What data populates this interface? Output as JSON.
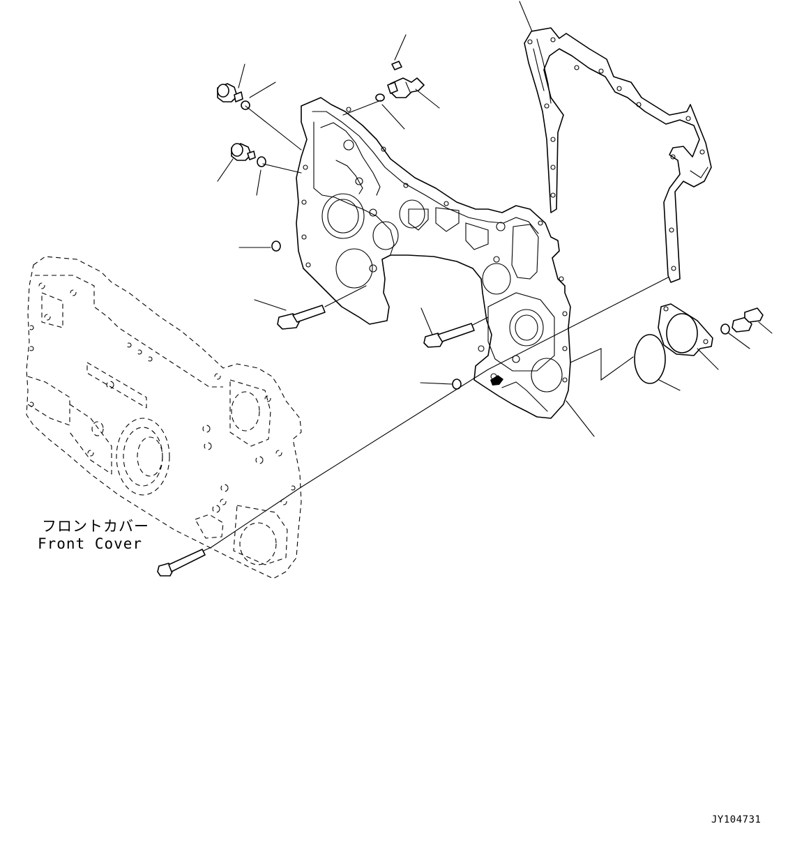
{
  "labels": {
    "front_cover_ja": "フロントカバー",
    "front_cover_en": "Front Cover",
    "drawing_id": "JY104731"
  }
}
